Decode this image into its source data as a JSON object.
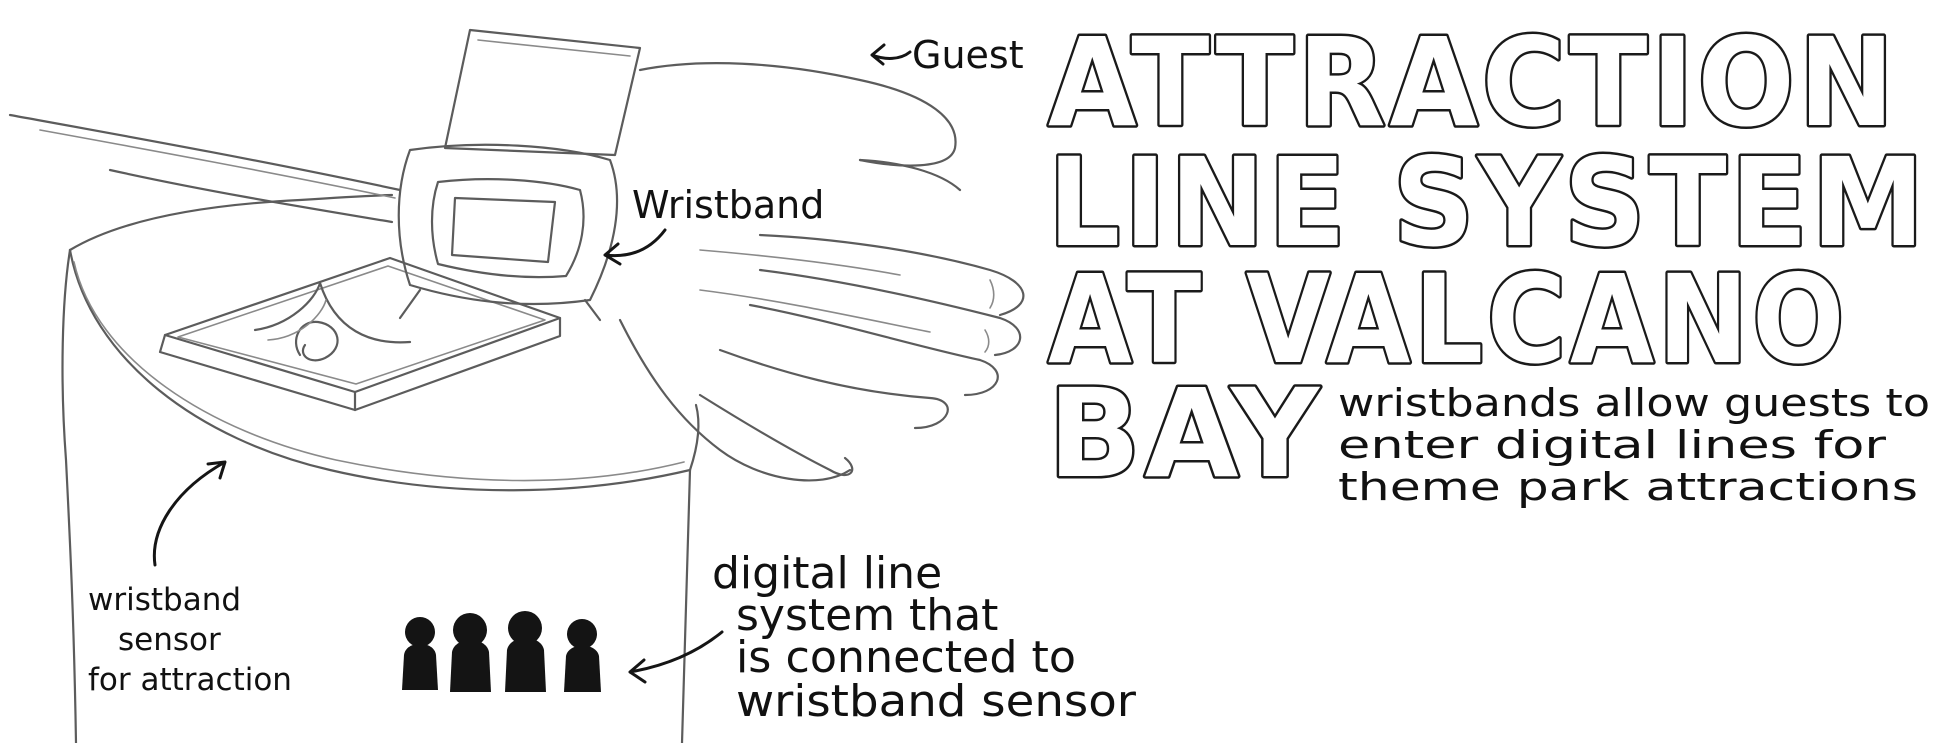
{
  "title": {
    "line1": "ATTRACTION",
    "line2": "LINE SYSTEM",
    "line3": "AT VALCANO",
    "line4": "BAY"
  },
  "labels": {
    "guest": "Guest",
    "wristband": "Wristband",
    "sensor": {
      "line1": "wristband",
      "line2": "sensor",
      "line3": "for attraction"
    },
    "digital_line": {
      "line1": "digital line",
      "line2": "system that",
      "line3": "is connected to",
      "line4": "wristband sensor"
    },
    "description": {
      "line1": "wristbands allow guests to",
      "line2": "enter digital lines for",
      "line3": "theme park attractions"
    }
  },
  "colors": {
    "ink": "#151515",
    "pencil": "#5c5c5c",
    "background": "#ffffff"
  },
  "icons": [
    "wrist-arm-sketch",
    "wristband-sketch",
    "sensor-pedestal-sketch",
    "queue-figure-icon"
  ]
}
